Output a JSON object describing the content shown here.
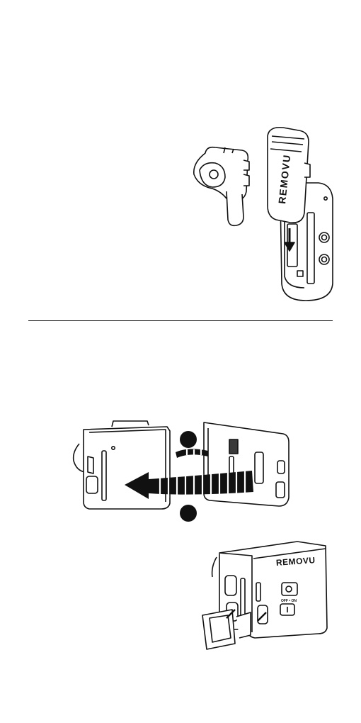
{
  "colors": {
    "ink": "#111111",
    "paper": "#ffffff",
    "shade": "#3a3a3a"
  },
  "illustrations": {
    "mic_clip": {
      "icon": "clip-mount-icon",
      "brand": "REMOVU"
    },
    "camera_attach": {
      "icon": "camera-attach-icon"
    },
    "camera_assembled": {
      "icon": "camera-module-icon",
      "brand": "REMOVU",
      "switch_label": "OFF • ON"
    }
  }
}
